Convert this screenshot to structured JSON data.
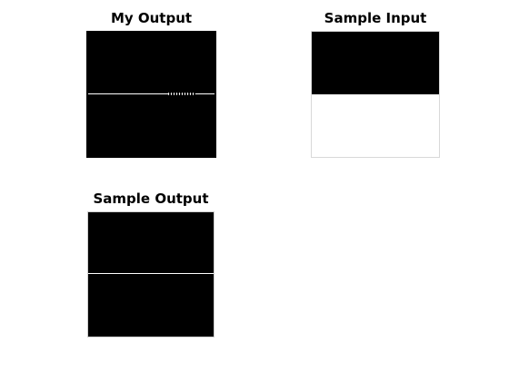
{
  "panels": {
    "my_output": {
      "title": "My Output"
    },
    "sample_input": {
      "title": "Sample Input"
    },
    "sample_output": {
      "title": "Sample Output"
    }
  },
  "colors": {
    "image_black": "#000000",
    "image_white": "#ffffff",
    "edge_line": "#ffffff",
    "axes_frame": "#d9d9d9"
  }
}
